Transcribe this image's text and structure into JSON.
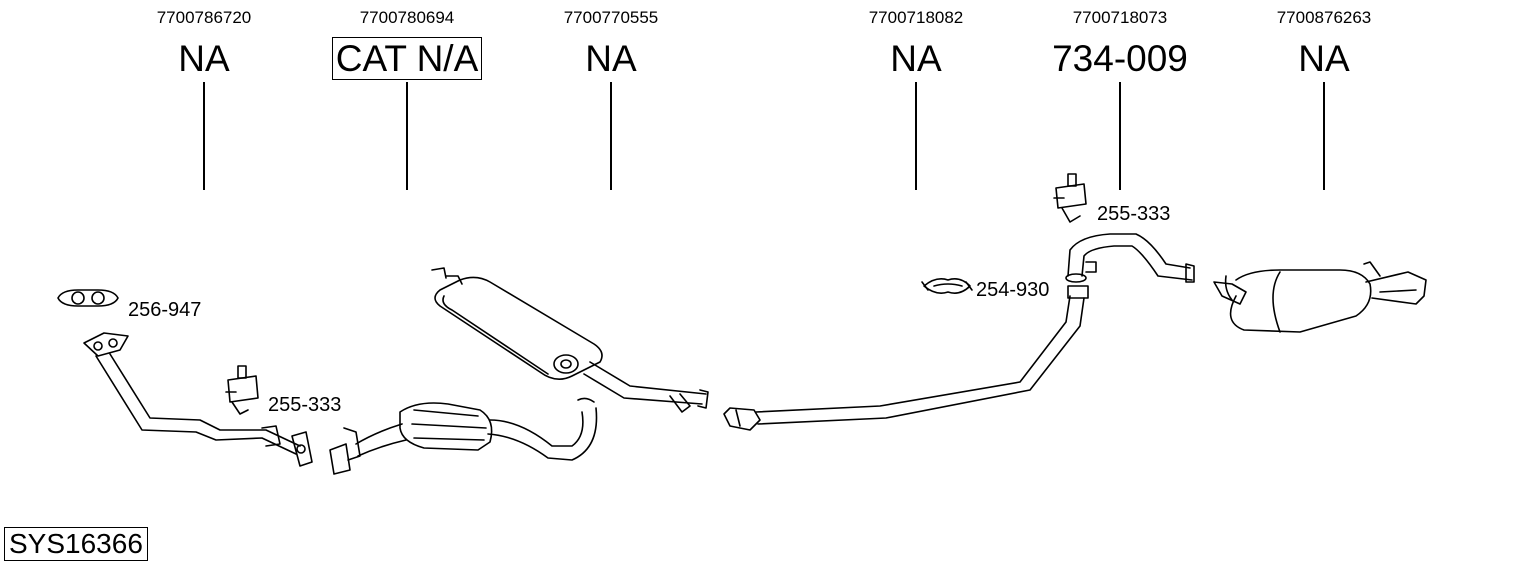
{
  "columns": [
    {
      "oe": "7700786720",
      "ref": "NA",
      "boxed": false
    },
    {
      "oe": "7700780694",
      "ref": "CAT N/A",
      "boxed": true
    },
    {
      "oe": "7700770555",
      "ref": "NA",
      "boxed": false
    },
    {
      "oe": "7700718082",
      "ref": "NA",
      "boxed": false
    },
    {
      "oe": "7700718073",
      "ref": "734-009",
      "boxed": false
    },
    {
      "oe": "7700876263",
      "ref": "NA",
      "boxed": false
    }
  ],
  "accessories": {
    "gasket": "256-947",
    "mount_front": "255-333",
    "clamp": "254-930",
    "mount_rear": "255-333"
  },
  "system_code": "SYS16366"
}
